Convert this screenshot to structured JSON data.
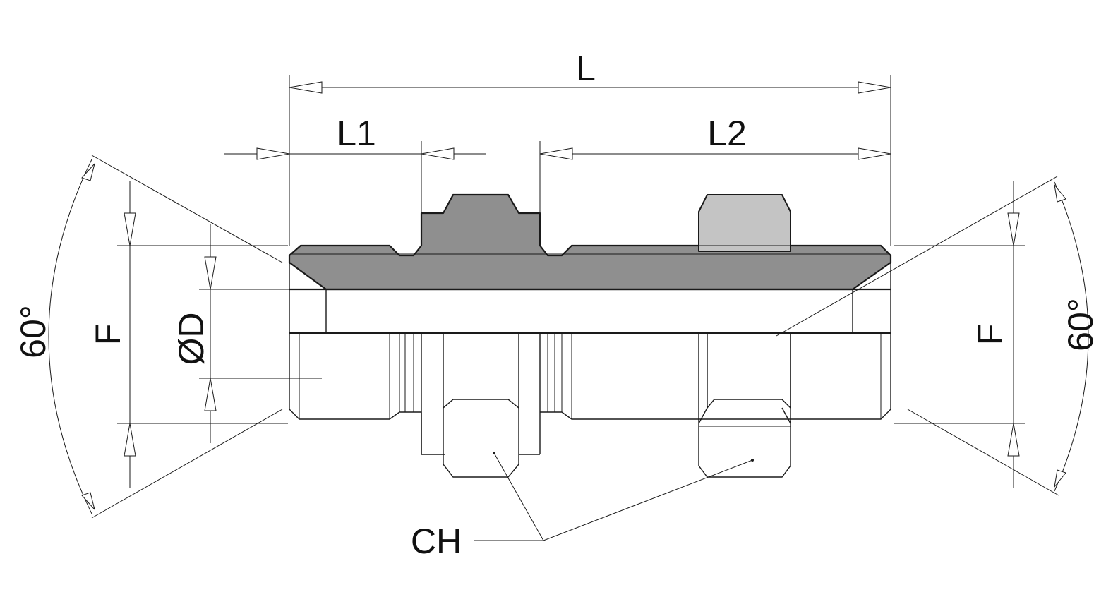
{
  "labels": {
    "overall_length": "L",
    "length_1": "L1",
    "length_2": "L2",
    "diameter": "ØD",
    "thread_left": "F",
    "thread_right": "F",
    "angle_left": "60°",
    "angle_right": "60°",
    "hex": "CH"
  },
  "colors": {
    "line": "#1a1a1a",
    "section_fill": "#8f8f8f",
    "nut_section_fill": "#c4c4c4",
    "background": "#ffffff"
  }
}
